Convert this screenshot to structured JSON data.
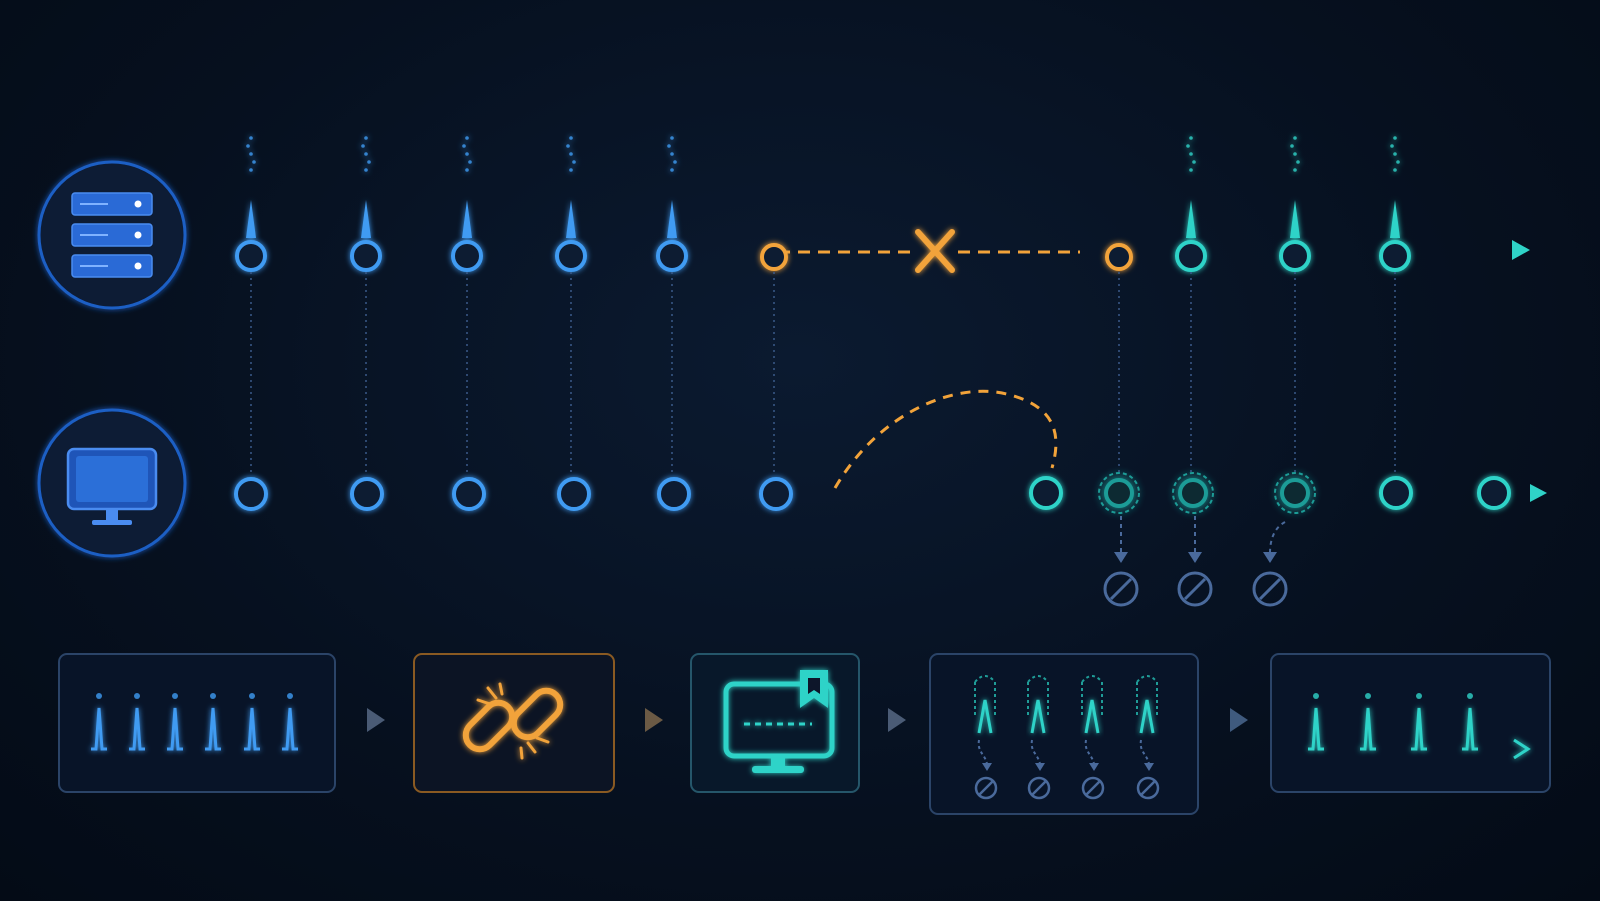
{
  "colors": {
    "background": "#06101f",
    "blue": "#3f9bf2",
    "blue_dark": "#1f5fc4",
    "orange": "#f2a33a",
    "teal": "#2fd3c8",
    "teal_dim": "#1f9c97",
    "muted": "#4a6a9c",
    "panel_border": "#2b4468",
    "panel_border_orange": "#8a5a22"
  },
  "icons": {
    "server": "server-icon",
    "client": "monitor-icon",
    "disconnect": "broken-link-icon",
    "resume": "monitor-bookmark-icon",
    "blocked": "blocked-icon",
    "failure": "x-mark-icon"
  },
  "server_line": {
    "heartbeats_before_break": 5,
    "heartbeats_after_reconnect": 3
  },
  "client_line": {
    "events_before_break": 6,
    "events_after_reconnect": 6,
    "suppressed_events": 3
  },
  "panels": [
    {
      "name": "heartbeat-stream-panel",
      "icon": "heartbeat-pulses-icon"
    },
    {
      "name": "connection-broken-panel",
      "icon": "broken-link-icon"
    },
    {
      "name": "resume-from-bookmark-panel",
      "icon": "monitor-bookmark-icon"
    },
    {
      "name": "dedupe-replay-panel",
      "icon": "blocked-duplicates-icon"
    },
    {
      "name": "stream-continues-panel",
      "icon": "heartbeat-pulses-icon"
    }
  ]
}
